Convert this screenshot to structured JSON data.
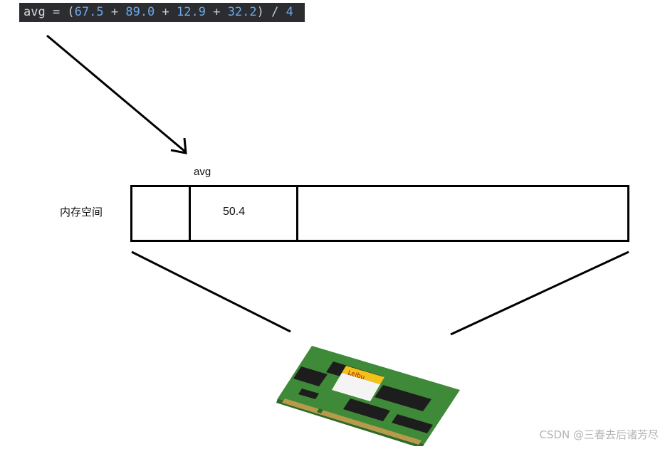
{
  "code": {
    "var": "avg",
    "assign": " = (",
    "n1": "67.5",
    "plus1": " + ",
    "n2": "89.0",
    "plus2": " + ",
    "n3": "12.9",
    "plus3": " + ",
    "n4": "32.2",
    "div": ") / ",
    "divisor": "4"
  },
  "variable_label": "avg",
  "memory_label": "内存空间",
  "cell_value": "50.4",
  "ram_brand": "Leibu",
  "watermark": "CSDN @三春去后诸芳尽",
  "colors": {
    "code_background": "#2b2d31",
    "code_number": "#6ea8e8",
    "pcb_green": "#3f8a38",
    "gold_contacts": "#b89a4a"
  }
}
